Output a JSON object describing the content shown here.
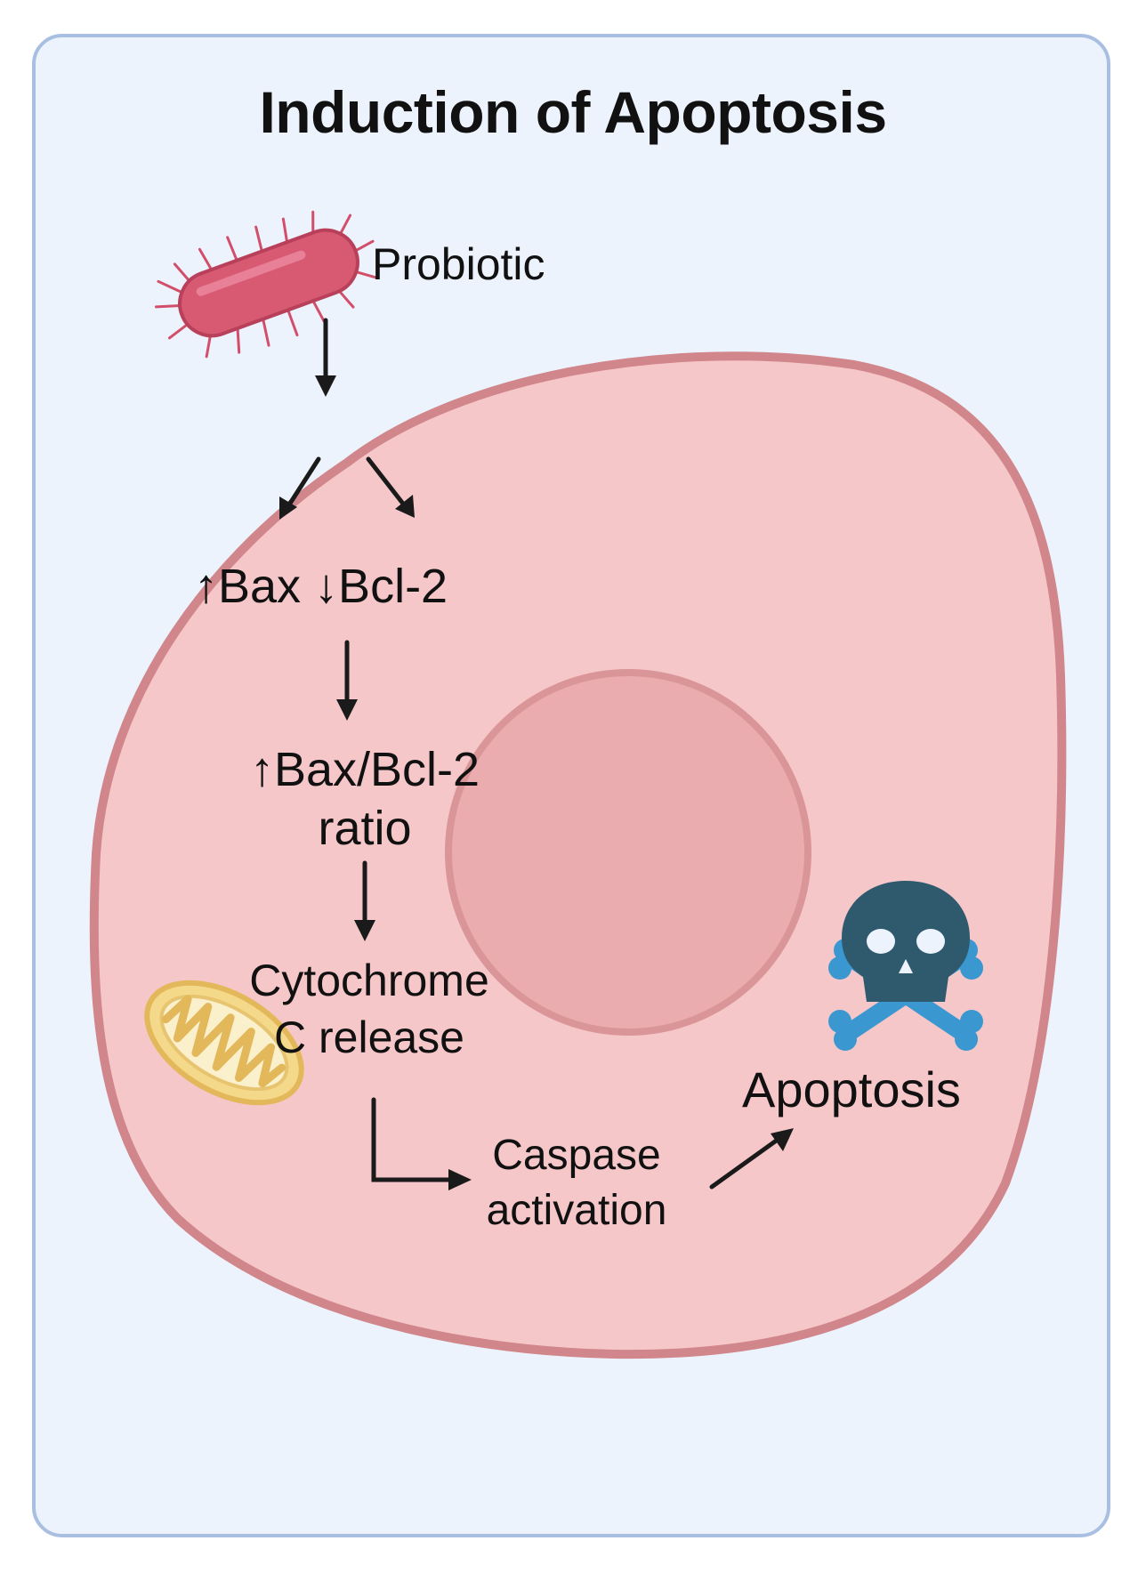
{
  "diagram": {
    "title": "Induction of Apoptosis",
    "nodes": {
      "probiotic": "Probiotic",
      "bax_bcl2": "↑Bax ↓Bcl-2",
      "ratio_line1": "↑Bax/Bcl-2",
      "ratio_line2": "ratio",
      "cyto_line1": "Cytochrome",
      "cyto_line2": "C release",
      "caspase_line1": "Caspase",
      "caspase_line2": "activation",
      "apoptosis": "Apoptosis"
    },
    "edges": [
      {
        "from": "probiotic",
        "to": "cell"
      },
      {
        "from": "cell",
        "to": "bax_bcl2"
      },
      {
        "from": "bax_bcl2",
        "to": "ratio"
      },
      {
        "from": "ratio",
        "to": "cytochrome_c_release"
      },
      {
        "from": "cytochrome_c_release",
        "to": "caspase_activation"
      },
      {
        "from": "caspase_activation",
        "to": "apoptosis"
      }
    ],
    "icons": [
      "bacterium-icon",
      "cell-icon",
      "nucleus-icon",
      "mitochondrion-icon",
      "skull-crossbones-icon"
    ],
    "colors": {
      "panel_bg": "#edf3fc",
      "panel_border": "#a9bfe2",
      "cell_fill": "#f6c7c9",
      "cell_border": "#d0868a",
      "nucleus_fill": "#eaacae",
      "bacterium": "#d85a72",
      "mitochondrion": "#f5d98a",
      "skull": "#2f5a6e",
      "bones": "#3b97d0",
      "arrow": "#1a1a1a"
    }
  }
}
